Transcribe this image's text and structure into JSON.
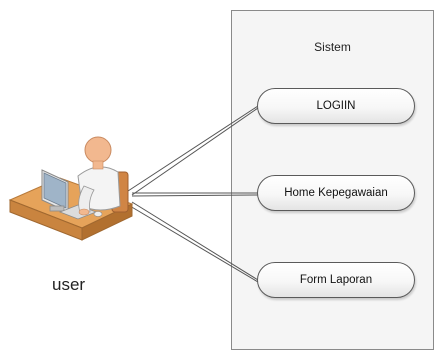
{
  "diagram": {
    "system_title": "Sistem",
    "actor_label": "user",
    "use_cases": [
      "LOGIIN",
      "Home Kepegawaian",
      "Form Laporan"
    ]
  },
  "colors": {
    "system_fill": "#f5f5f5",
    "system_border": "#8a8a8a",
    "usecase_border": "#5a5a5a",
    "connector": "#555555",
    "desk": "#e6a35a",
    "person_skin": "#f2b88f"
  },
  "icons": {
    "actor": "user-at-computer-icon"
  }
}
